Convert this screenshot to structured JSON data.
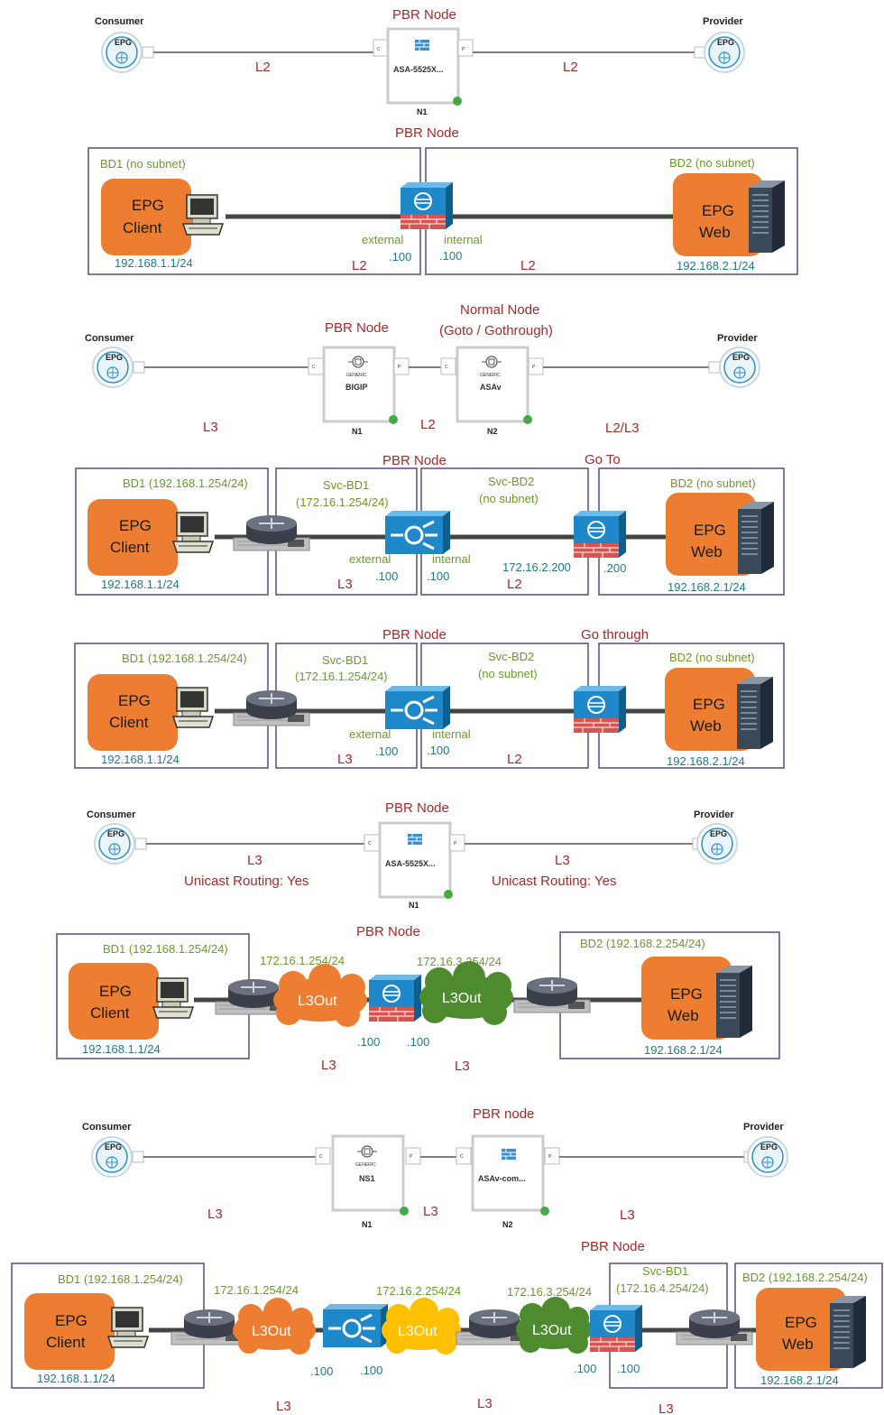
{
  "colors": {
    "label_red": "#a52a2a",
    "bd_green": "#6b9b2a",
    "ip_teal": "#1f7a8c",
    "box_border": "#5b4a7a",
    "epg_orange": "#ed7d31",
    "cloud_green": "#4e8b2f",
    "cloud_yellow": "#ffc000",
    "cloud_orange": "#ed7d31",
    "device_blue": "#1e88c9",
    "firewall_red": "#d9534f"
  },
  "icons": {
    "epg": "epg-globe-icon",
    "firewall": "firewall-icon",
    "router": "router-icon",
    "load_balancer": "load-balancer-icon",
    "server": "server-icon",
    "pc": "computer-icon",
    "generic": "generic-device-icon",
    "cloud": "l3out-cloud-icon"
  },
  "p1": {
    "consumer": "Consumer",
    "provider": "Provider",
    "epg": "EPG",
    "title": "PBR Node",
    "conn_c": "C",
    "conn_p": "P",
    "device": "ASA-5525X...",
    "node": "N1",
    "left": "L2",
    "right": "L2"
  },
  "p2": {
    "title": "PBR Node",
    "bd1": "BD1 (no subnet)",
    "bd2": "BD2 (no subnet)",
    "epg1a": "EPG",
    "epg1b": "Client",
    "epg2a": "EPG",
    "epg2b": "Web",
    "ip1": "192.168.1.1/24",
    "ip2": "192.168.2.1/24",
    "ext": "external",
    "ext_ip": ".100",
    "int": "internal",
    "int_ip": ".100",
    "l_left": "L2",
    "l_right": "L2"
  },
  "p3": {
    "consumer": "Consumer",
    "provider": "Provider",
    "epg": "EPG",
    "pbr": "PBR Node",
    "normal1": "Normal Node",
    "normal2": "(Goto / Gothrough)",
    "conn_c": "C",
    "conn_p": "P",
    "generic": "GENERIC",
    "dev1": "BIGIP",
    "dev2": "ASAv",
    "node1": "N1",
    "node2": "N2",
    "l1": "L3",
    "l2": "L2",
    "l3": "L2/L3"
  },
  "p4": {
    "pbr": "PBR Node",
    "goto": "Go To",
    "bd1": "BD1 (192.168.1.254/24)",
    "svc1a": "Svc-BD1",
    "svc1b": "(172.16.1.254/24)",
    "svc2a": "Svc-BD2",
    "svc2b": "(no subnet)",
    "bd2": "BD2 (no subnet)",
    "epg1a": "EPG",
    "epg1b": "Client",
    "epg2a": "EPG",
    "epg2b": "Web",
    "ip1": "192.168.1.1/24",
    "ip2": "192.168.2.1/24",
    "ext": "external",
    "ext_ip": ".100",
    "int": "internal",
    "int_ip": ".100",
    "fw_ip": "172.16.2.200",
    "fw_ip2": ".200",
    "l3": "L3",
    "l2": "L2"
  },
  "p5": {
    "pbr": "PBR Node",
    "gothrough": "Go through",
    "bd1": "BD1 (192.168.1.254/24)",
    "svc1a": "Svc-BD1",
    "svc1b": "(172.16.1.254/24)",
    "svc2a": "Svc-BD2",
    "svc2b": "(no subnet)",
    "bd2": "BD2 (no subnet)",
    "epg1a": "EPG",
    "epg1b": "Client",
    "epg2a": "EPG",
    "epg2b": "Web",
    "ip1": "192.168.1.1/24",
    "ip2": "192.168.2.1/24",
    "ext": "external",
    "ext_ip": ".100",
    "int": "internal",
    "int_ip": ".100",
    "l3": "L3",
    "l2": "L2"
  },
  "p6": {
    "consumer": "Consumer",
    "provider": "Provider",
    "epg": "EPG",
    "title": "PBR Node",
    "conn_c": "C",
    "conn_p": "P",
    "device": "ASA-5525X...",
    "node": "N1",
    "left": "L3",
    "left2": "Unicast Routing: Yes",
    "right": "L3",
    "right2": "Unicast Routing: Yes"
  },
  "p7": {
    "title": "PBR Node",
    "bd1": "BD1 (192.168.1.254/24)",
    "bd2": "BD2 (192.168.2.254/24)",
    "ipa": "172.16.1.254/24",
    "ipb": "172.16.3.254/24",
    "l3out": "L3Out",
    "epg1a": "EPG",
    "epg1b": "Client",
    "epg2a": "EPG",
    "epg2b": "Web",
    "ip1": "192.168.1.1/24",
    "ip2": "192.168.2.1/24",
    "d1": ".100",
    "d2": ".100",
    "l_left": "L3",
    "l_right": "L3"
  },
  "p8": {
    "consumer": "Consumer",
    "provider": "Provider",
    "epg": "EPG",
    "title": "PBR node",
    "conn_c": "C",
    "conn_p": "P",
    "generic": "GENERIC",
    "dev1": "NS1",
    "dev2": "ASAv-com...",
    "node1": "N1",
    "node2": "N2",
    "l1": "L3",
    "l2": "L3",
    "l3": "L3"
  },
  "p9": {
    "title": "PBR Node",
    "bd1": "BD1 (192.168.1.254/24)",
    "bd2": "BD2 (192.168.2.254/24)",
    "svc1a": "Svc-BD1",
    "svc1b": "(172.16.4.254/24)",
    "ipa": "172.16.1.254/24",
    "ipb": "172.16.2.254/24",
    "ipc": "172.16.3.254/24",
    "l3out": "L3Out",
    "epg1a": "EPG",
    "epg1b": "Client",
    "epg2a": "EPG",
    "epg2b": "Web",
    "ip1": "192.168.1.1/24",
    "ip2": "192.168.2.1/24",
    "d1": ".100",
    "d2": ".100",
    "d3": ".100",
    "d4": ".100",
    "l1": "L3",
    "l2": "L3",
    "l3": "L3"
  }
}
